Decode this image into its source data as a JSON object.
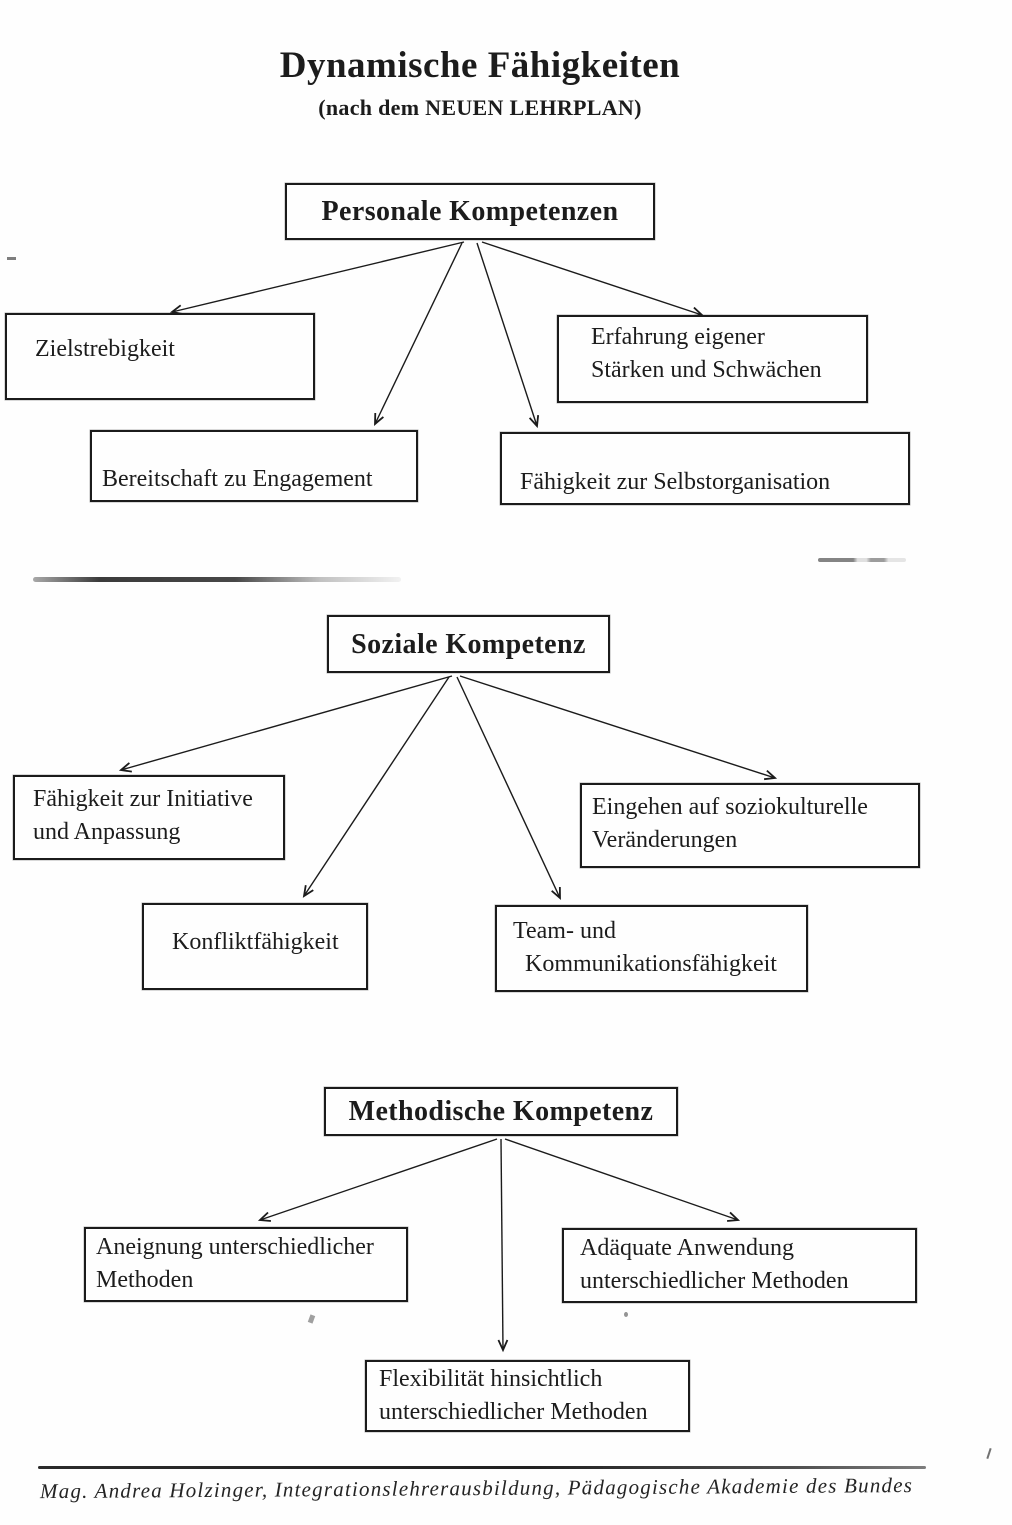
{
  "page": {
    "title": "Dynamische Fähigkeiten",
    "subtitle": "(nach dem NEUEN LEHRPLAN)"
  },
  "sections": [
    {
      "header": "Personale Kompetenzen",
      "items": [
        {
          "id": "zielstrebigkeit",
          "lines": [
            "Zielstrebigkeit"
          ]
        },
        {
          "id": "erfahrung",
          "lines": [
            "Erfahrung eigener",
            "Stärken und Schwächen"
          ]
        },
        {
          "id": "bereitschaft",
          "lines": [
            "Bereitschaft zu Engagement"
          ]
        },
        {
          "id": "selbstorganisation",
          "lines": [
            "Fähigkeit zur Selbstorganisation"
          ]
        }
      ]
    },
    {
      "header": "Soziale Kompetenz",
      "items": [
        {
          "id": "initiative",
          "lines": [
            "Fähigkeit zur Initiative",
            "und Anpassung"
          ]
        },
        {
          "id": "soziokulturell",
          "lines": [
            "Eingehen auf soziokulturelle",
            "Veränderungen"
          ]
        },
        {
          "id": "konflikt",
          "lines": [
            "Konfliktfähigkeit"
          ]
        },
        {
          "id": "team",
          "lines": [
            "Team- und",
            "Kommunikationsfähigkeit"
          ]
        }
      ]
    },
    {
      "header": "Methodische Kompetenz",
      "items": [
        {
          "id": "aneignung",
          "lines": [
            "Aneignung unterschiedlicher",
            "Methoden"
          ]
        },
        {
          "id": "adaequate",
          "lines": [
            "Adäquate Anwendung",
            "unterschiedlicher Methoden"
          ]
        },
        {
          "id": "flexibilitaet",
          "lines": [
            "Flexibilität hinsichtlich",
            "unterschiedlicher Methoden"
          ]
        }
      ]
    }
  ],
  "footer": {
    "credit": "Mag. Andrea Holzinger, Integrationslehrerausbildung, Pädagogische Akademie des Bundes"
  },
  "colors": {
    "ink": "#1c1c1c",
    "paper": "#fefefe"
  }
}
